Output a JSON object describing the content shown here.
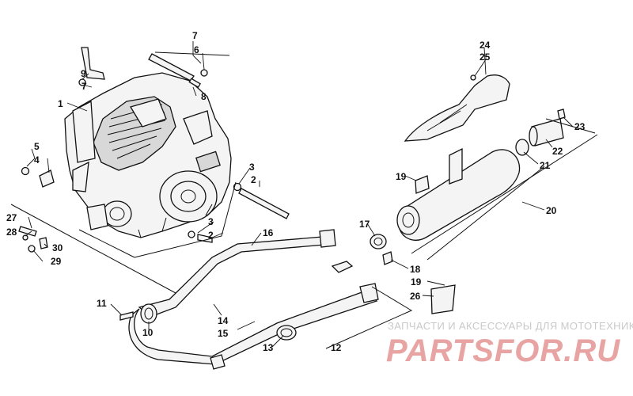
{
  "callouts": [
    {
      "id": "c1",
      "text": "1"
    },
    {
      "id": "c2a",
      "text": "2"
    },
    {
      "id": "c2b",
      "text": "2"
    },
    {
      "id": "c3a",
      "text": "3"
    },
    {
      "id": "c3b",
      "text": "3"
    },
    {
      "id": "c4",
      "text": "4"
    },
    {
      "id": "c5",
      "text": "5"
    },
    {
      "id": "c6",
      "text": "6"
    },
    {
      "id": "c7a",
      "text": "7"
    },
    {
      "id": "c7b",
      "text": "7"
    },
    {
      "id": "c8",
      "text": "8"
    },
    {
      "id": "c9",
      "text": "9"
    },
    {
      "id": "c10",
      "text": "10"
    },
    {
      "id": "c11",
      "text": "11"
    },
    {
      "id": "c12",
      "text": "12"
    },
    {
      "id": "c13",
      "text": "13"
    },
    {
      "id": "c14",
      "text": "14"
    },
    {
      "id": "c15",
      "text": "15"
    },
    {
      "id": "c16",
      "text": "16"
    },
    {
      "id": "c17",
      "text": "17"
    },
    {
      "id": "c18",
      "text": "18"
    },
    {
      "id": "c19a",
      "text": "19"
    },
    {
      "id": "c19b",
      "text": "19"
    },
    {
      "id": "c20",
      "text": "20"
    },
    {
      "id": "c21",
      "text": "21"
    },
    {
      "id": "c22",
      "text": "22"
    },
    {
      "id": "c23",
      "text": "23"
    },
    {
      "id": "c24",
      "text": "24"
    },
    {
      "id": "c25",
      "text": "25"
    },
    {
      "id": "c26",
      "text": "26"
    },
    {
      "id": "c27",
      "text": "27"
    },
    {
      "id": "c28",
      "text": "28"
    },
    {
      "id": "c29",
      "text": "29"
    },
    {
      "id": "c30",
      "text": "30"
    }
  ],
  "watermark": {
    "tagline": "ЗАПЧАСТИ И АКСЕССУАРЫ ДЛЯ МОТОТЕХНИКИ",
    "logo": "PARTSFOR.RU",
    "tagline_color": "#c9c9c9",
    "logo_color": "#e8a3a3"
  },
  "colors": {
    "ink": "#111111",
    "background": "#ffffff"
  }
}
